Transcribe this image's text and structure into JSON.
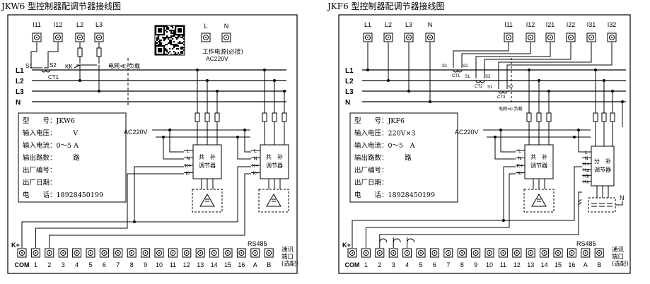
{
  "left": {
    "title": "JKW6 型控制器配调节器接线图",
    "top_terminals": [
      "I11",
      "I12",
      "L2",
      "L3"
    ],
    "power_terminals": [
      "L",
      "N"
    ],
    "qr_label": "QR",
    "power_note_line1": "工作电源(必接)",
    "power_note_line2": "AC220V",
    "ct_s1": "S1",
    "ct_s2": "S2",
    "ct_name": "CT1",
    "kk_label": "KK",
    "grid_load_label": "电网⊲▷负载",
    "bus_labels": [
      "L1",
      "L2",
      "L3",
      "N"
    ],
    "ac_label": "AC220V",
    "info_rows": [
      "型　　号：JKW6",
      "输入电压：　　　V",
      "输入电流：0～5 A",
      "输出路数：　　　路",
      "出厂编号：",
      "出厂日期：",
      "电　　话：18928450199"
    ],
    "reg1": {
      "line1": "共　补",
      "line2": "调节器",
      "pins": [
        "L",
        "N",
        "K+",
        "K-"
      ]
    },
    "reg2": {
      "line1": "共　补",
      "line2": "调节器",
      "pins": [
        "L",
        "N",
        "K+",
        "K-"
      ]
    },
    "kplus_label": "K+",
    "rs485_label": "RS485",
    "comm_note": [
      "通讯",
      "端口",
      "(选配)"
    ],
    "bottom_terminals": [
      "COM",
      "1",
      "2",
      "3",
      "4",
      "5",
      "6",
      "7",
      "8",
      "9",
      "10",
      "11",
      "12",
      "13",
      "14",
      "15",
      "16",
      "A",
      "B"
    ]
  },
  "right": {
    "title": "JKF6 型控制器配调节器接线图",
    "top_terminals": [
      "L1",
      "L2",
      "L3",
      "N",
      "I11",
      "I12",
      "I21",
      "I22",
      "I31",
      "I32"
    ],
    "ct_s1": "S1",
    "ct_s2": "S2",
    "ct_names": [
      "CT1",
      "CT2",
      "CT3"
    ],
    "grid_load_label": "电网⊲▷负载",
    "bus_labels": [
      "L1",
      "L2",
      "L3",
      "N"
    ],
    "ac_label": "AC220V",
    "info_rows": [
      "型　　号：JKF6",
      "输入电压：220V×3",
      "输入电流：0～5　A",
      "输出路数：　　　路",
      "出厂编号：",
      "出厂日期：",
      "电　　话：18928450199"
    ],
    "reg1": {
      "line1": "共　补",
      "line2": "调节器",
      "pins": [
        "L",
        "N",
        "K+",
        "K-"
      ]
    },
    "reg2": {
      "line1": "分　补",
      "line2": "调节器",
      "pins": [
        "L",
        "N",
        "K+",
        "Ka",
        "Kb",
        "Kc"
      ]
    },
    "n_label": "N",
    "kplus_label": "K+",
    "rs485_label": "RS485",
    "comm_note": [
      "通讯",
      "端口",
      "(选配)"
    ],
    "bottom_terminals": [
      "COM",
      "1",
      "2",
      "3",
      "4",
      "5",
      "6",
      "7",
      "8",
      "9",
      "10",
      "11",
      "12",
      "13",
      "14",
      "15",
      "16",
      "A",
      "B"
    ]
  }
}
